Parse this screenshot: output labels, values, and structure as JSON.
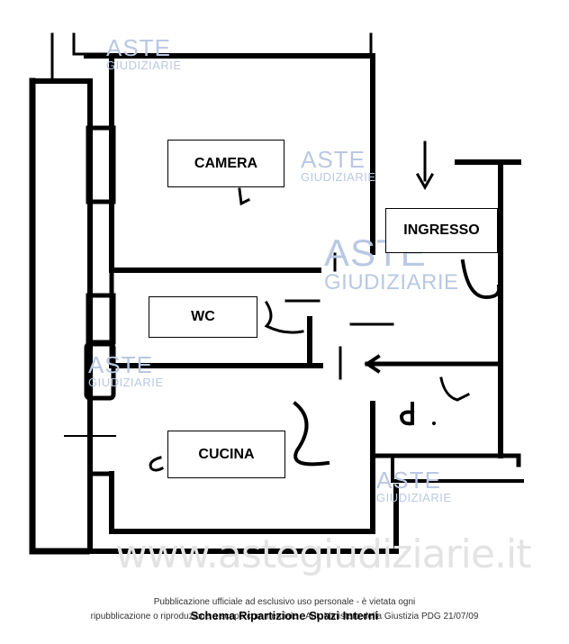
{
  "rooms": {
    "camera": "CAMERA",
    "ingresso": "INGRESSO",
    "wc": "WC",
    "cucina": "CUCINA"
  },
  "watermarks": {
    "aste": "ASTE",
    "giudiziarie": "GIUDIZIARIE",
    "site_url": "www.astegiudiziarie.it"
  },
  "footer": {
    "notice_line1": "Pubblicazione ufficiale ad esclusivo uso personale - è vietata ogni",
    "notice_line2": "ripubblicazione o riproduzione a scopo commerciale - Aut. Ministero della Giustizia PDG 21/07/09",
    "title": "Schema Ripartizione Spazi Interni"
  },
  "colors": {
    "walls": "#000000",
    "watermark": "#b9c8e3"
  }
}
